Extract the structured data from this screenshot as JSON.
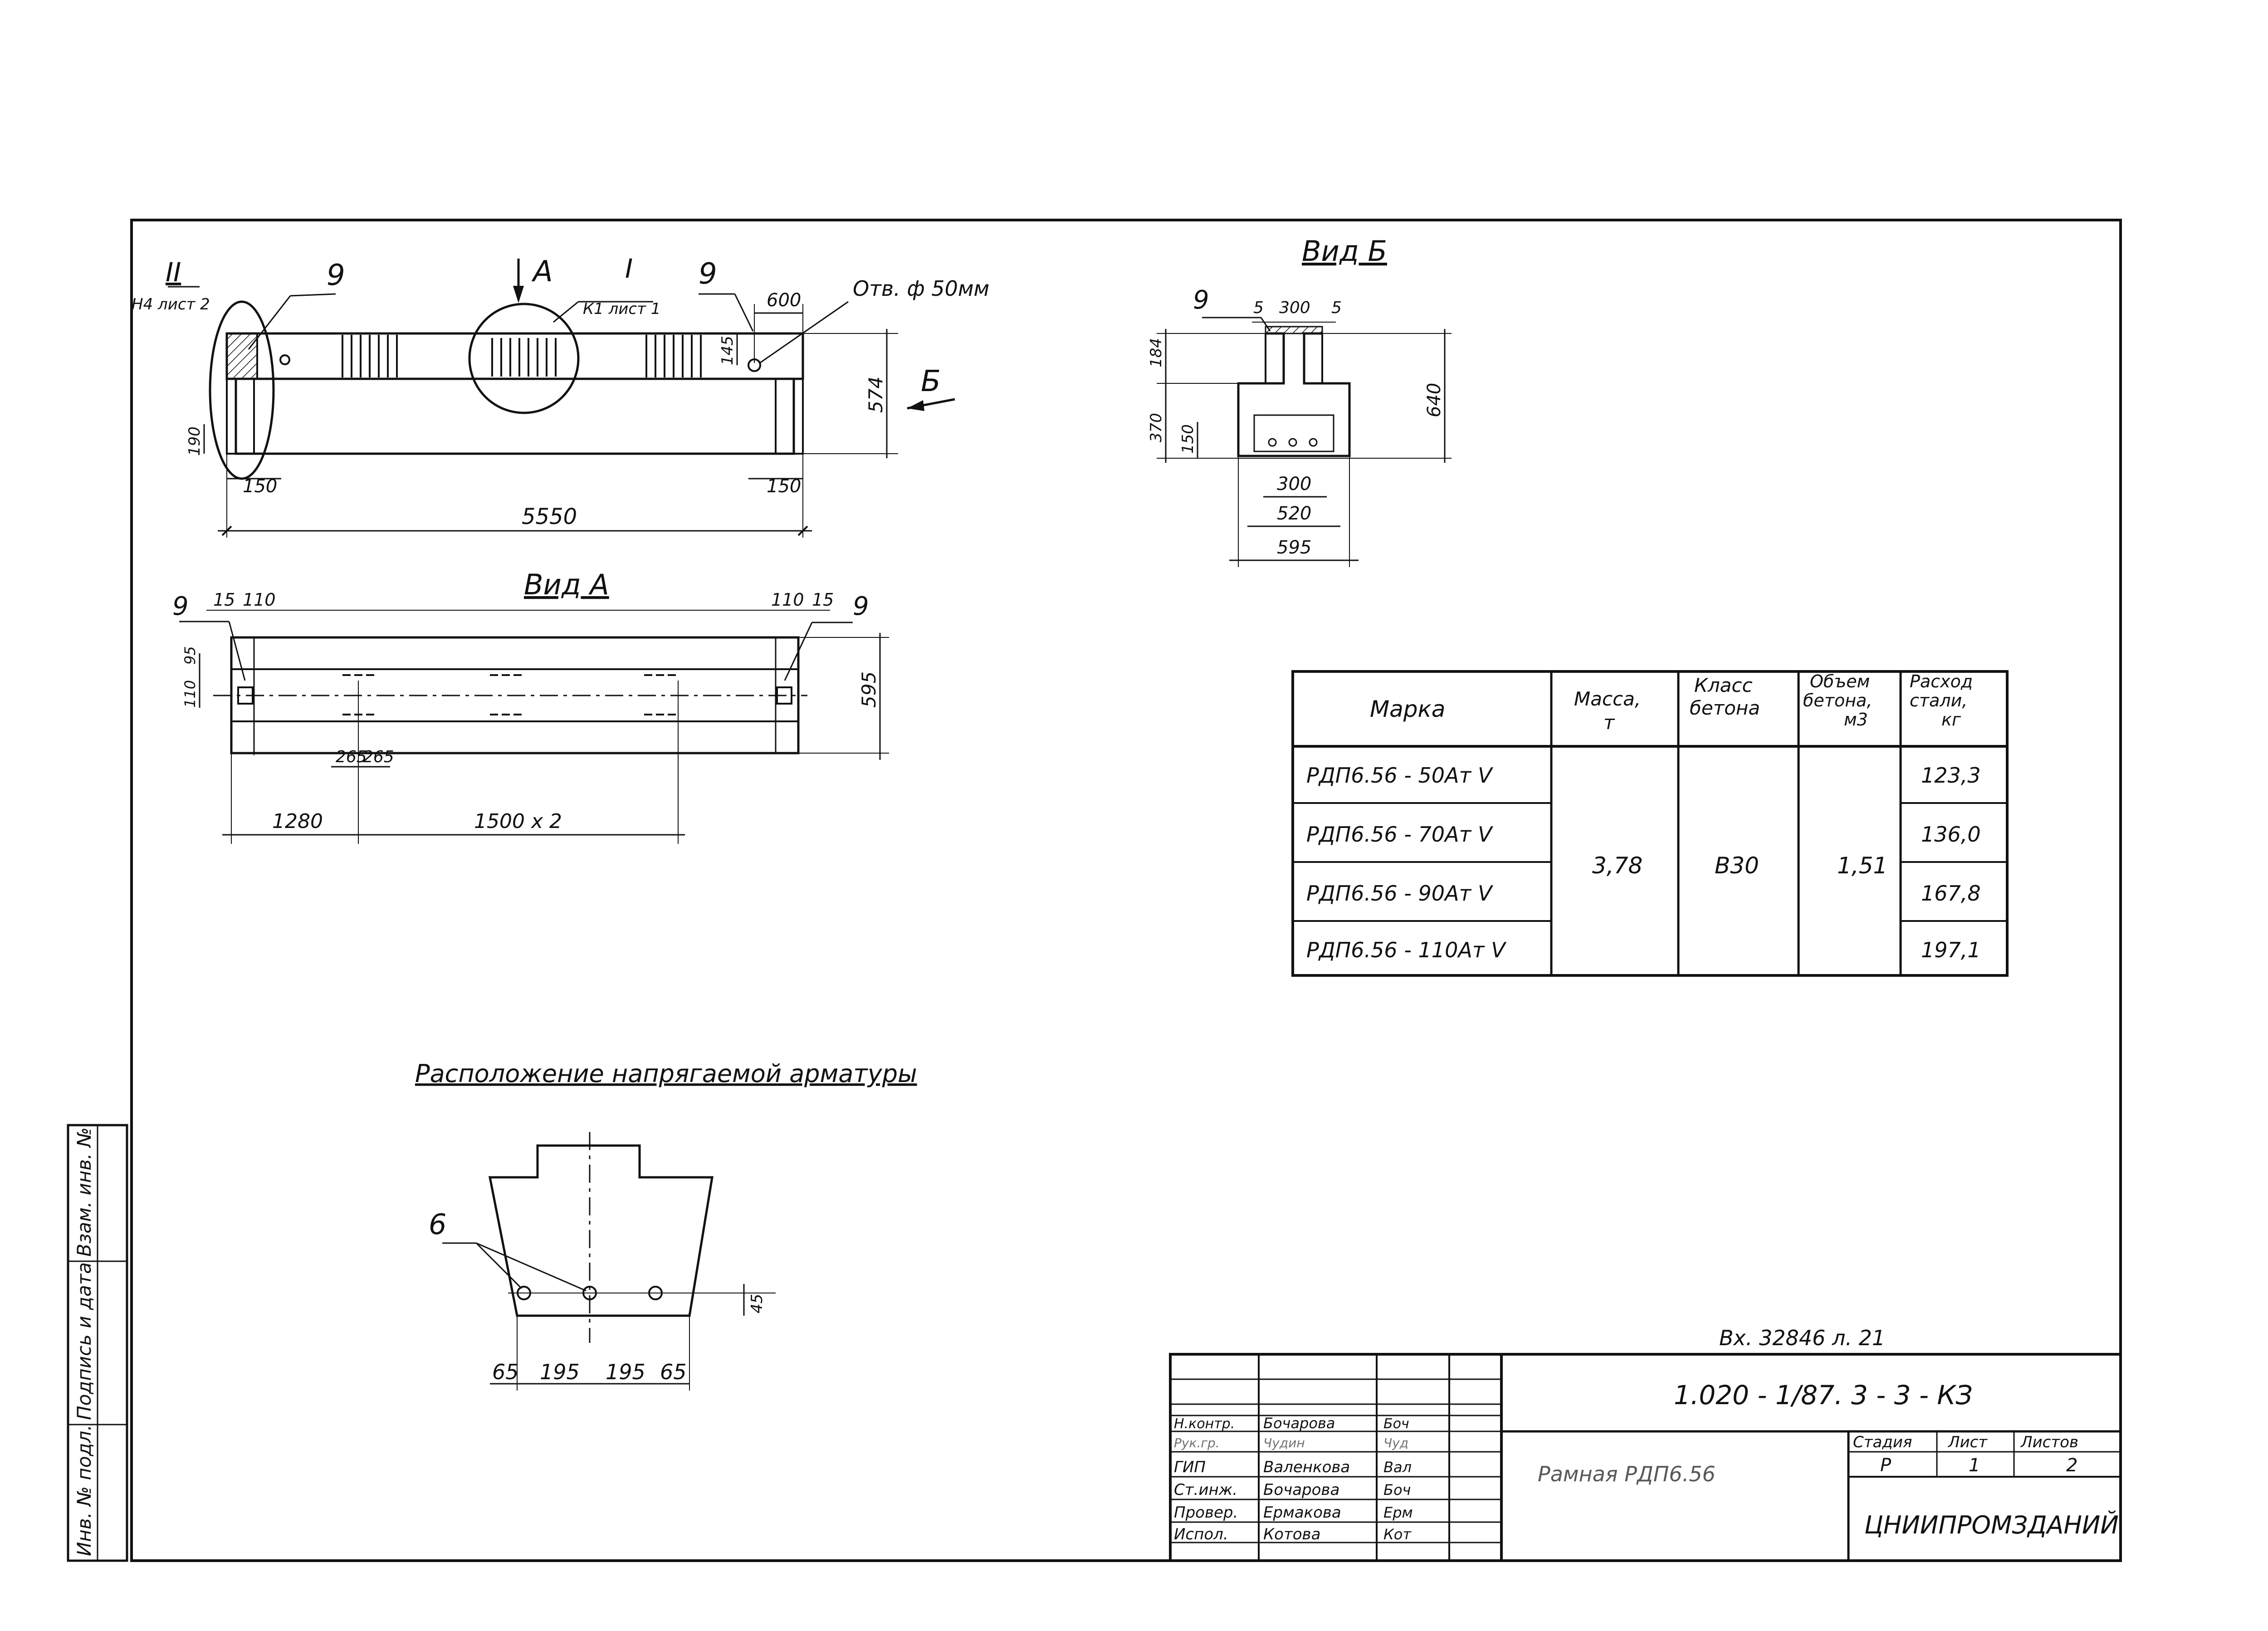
{
  "views": {
    "main": {
      "callout_II": "II",
      "callout_II_sheet": "Н4 лист 2",
      "callout_I": "I",
      "callout_I_sheet": "К1 лист 1",
      "arrow_A": "А",
      "arrow_B": "Б",
      "part_9_left": "9",
      "part_9_right": "9",
      "hole_note": "Отв. ф 50мм",
      "dim_600": "600",
      "dim_145": "145",
      "dim_574": "574",
      "dim_190": "190",
      "dim_150_left": "150",
      "dim_150_right": "150",
      "dim_5550": "5550"
    },
    "view_A": {
      "title": "Вид А",
      "part_9_left": "9",
      "part_9_right": "9",
      "dim_15_left": "15",
      "dim_110_left": "110",
      "dim_110_right": "110",
      "dim_15_right": "15",
      "dim_95": "95",
      "dim_110_vert": "110",
      "dim_595": "595",
      "dim_265a": "265",
      "dim_265b": "265",
      "dim_1280": "1280",
      "dim_1500x2": "1500 х 2"
    },
    "view_B": {
      "title": "Вид Б",
      "part_9": "9",
      "dim_5a": "5",
      "dim_300_top": "300",
      "dim_5b": "5",
      "dim_184": "184",
      "dim_370": "370",
      "dim_150": "150",
      "dim_640": "640",
      "dim_300": "300",
      "dim_520": "520",
      "dim_595": "595"
    },
    "rebar": {
      "title": "Расположение напрягаемой арматуры",
      "part_6": "6",
      "dim_65a": "65",
      "dim_195a": "195",
      "dim_195b": "195",
      "dim_65b": "65",
      "dim_45": "45"
    }
  },
  "spec_table": {
    "headers": {
      "marka": "Марка",
      "massa": [
        "Масса,",
        "т"
      ],
      "klass": [
        "Класс",
        "бетона"
      ],
      "obem": [
        "Объем",
        "бетона,",
        "м3"
      ],
      "rashod": [
        "Расход",
        "стали,",
        "кг"
      ]
    },
    "rows": [
      {
        "marka": "РДП6.56 - 50Ат V",
        "rashod": "123,3"
      },
      {
        "marka": "РДП6.56 - 70Ат V",
        "rashod": "136,0"
      },
      {
        "marka": "РДП6.56 - 90Ат V",
        "rashod": "167,8"
      },
      {
        "marka": "РДП6.56 - 110Ат V",
        "rashod": "197,1"
      }
    ],
    "massa": "3,78",
    "klass": "В30",
    "obem": "1,51"
  },
  "side_stamp": {
    "inv_podl": "Инв. № подл.",
    "podp_data": "Подпись и дата",
    "vzam_inv": "Взам. инв. №"
  },
  "title_block": {
    "incoming": "Вх. 32846 л. 21",
    "code": "1.020 - 1/87. 3 - 3 - КЗ",
    "name": "Рамная РДП6.56",
    "org": "ЦНИИПРОМЗДАНИЙ",
    "stadiya_label": "Стадия",
    "list_label": "Лист",
    "listov_label": "Листов",
    "stadiya": "Р",
    "list": "1",
    "listov": "2",
    "staff": [
      {
        "role": "Н.контр.",
        "name": "Бочарова",
        "sign": "Боч"
      },
      {
        "role": "Рук.гр.",
        "name": "Чудин",
        "sign": "Чуд"
      },
      {
        "role": "ГИП",
        "name": "Валенкова",
        "sign": "Вал"
      },
      {
        "role": "Ст.инж.",
        "name": "Бочарова",
        "sign": "Боч"
      },
      {
        "role": "Провер.",
        "name": "Ермакова",
        "sign": "Ерм"
      },
      {
        "role": "Испол.",
        "name": "Котова",
        "sign": "Кот"
      }
    ]
  }
}
